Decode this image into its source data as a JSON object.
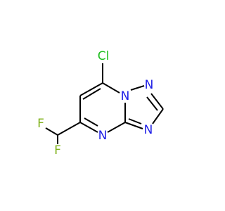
{
  "molecule": {
    "atoms": {
      "cl": {
        "label": "Cl",
        "color": "#1fbe1f"
      },
      "f_upper": {
        "label": "F",
        "color": "#7fb21a"
      },
      "f_lower": {
        "label": "F",
        "color": "#7fb21a"
      },
      "n_bridge": {
        "label": "N",
        "color": "#1f1fe6"
      },
      "n_triazole_top": {
        "label": "N",
        "color": "#1f1fe6"
      },
      "n_triazole_right": {
        "label": "N",
        "color": "#1f1fe6"
      },
      "n_pyrimidine": {
        "label": "N",
        "color": "#1f1fe6"
      }
    },
    "bond_color": "#000000"
  }
}
